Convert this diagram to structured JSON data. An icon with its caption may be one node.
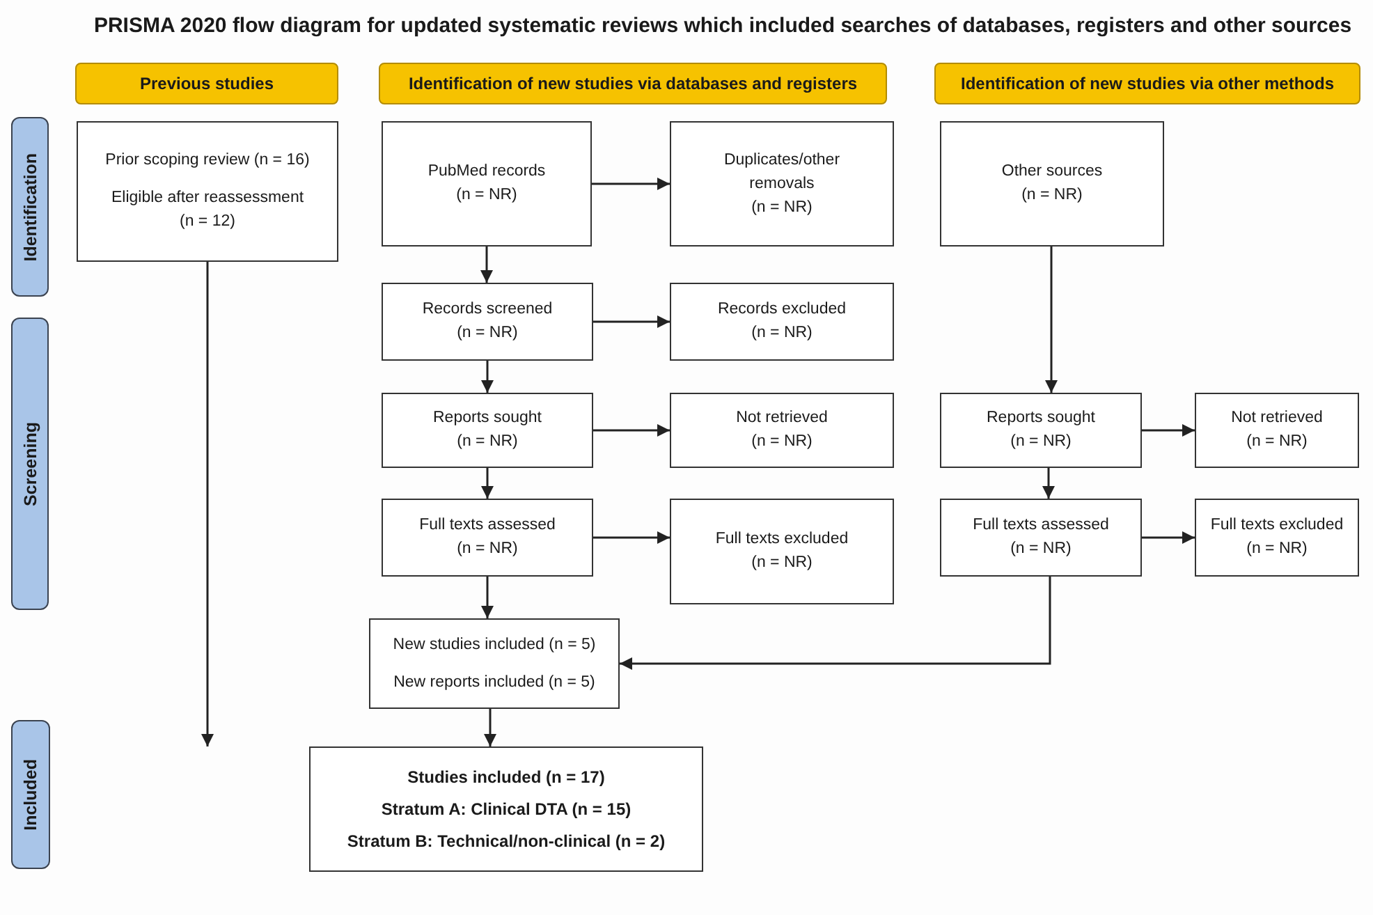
{
  "diagram": {
    "title": "PRISMA 2020 flow diagram for updated systematic reviews which included searches of databases, registers and other sources",
    "nodes": [
      {
        "text": [
          "Previous studies"
        ]
      },
      {
        "text": [
          "Identification of new studies via databases and registers"
        ]
      },
      {
        "text": [
          "Identification of new studies via other methods"
        ]
      },
      {
        "text": [
          "Identification"
        ]
      },
      {
        "text": [
          "Prior scoping review (n = 16)",
          "Eligible after reassessment (n = 12)"
        ]
      },
      {
        "text": [
          "PubMed records (n = NR)"
        ]
      },
      {
        "text": [
          "Duplicates/other removals (n = NR)"
        ]
      },
      {
        "text": [
          "Other sources (n = NR)"
        ]
      },
      {
        "text": [
          "Records screened (n = NR)"
        ]
      },
      {
        "text": [
          "Records excluded (n = NR)"
        ]
      },
      {
        "text": [
          "Screening"
        ]
      },
      {
        "text": [
          "Reports sought (n = NR)"
        ]
      },
      {
        "text": [
          "Not retrieved (n = NR)"
        ]
      },
      {
        "text": [
          "Reports sought (n = NR)"
        ]
      },
      {
        "text": [
          "Not retrieved (n = NR)"
        ]
      },
      {
        "text": [
          "Full texts assessed (n = NR)"
        ]
      },
      {
        "text": [
          "Full texts excluded (n = NR)"
        ]
      },
      {
        "text": [
          "Full texts assessed (n = NR)"
        ]
      },
      {
        "text": [
          "Full texts excluded (n = NR)"
        ]
      },
      {
        "text": [
          "New studies included (n = 5)",
          "New reports included (n = 5)"
        ]
      },
      {
        "text": [
          "Included"
        ]
      },
      {
        "text": [
          "Studies included (n = 17)",
          "Stratum A: Clinical DTA (n = 15)",
          "Stratum B: Technical/non-clinical (n = 2)"
        ]
      }
    ],
    "edges": [
      {
        "from": 5,
        "to": 6,
        "arrow": "to"
      },
      {
        "from": 5,
        "to": 8,
        "arrow": "to"
      },
      {
        "from": 8,
        "to": 9,
        "arrow": "to"
      },
      {
        "from": 8,
        "to": 11,
        "arrow": "to"
      },
      {
        "from": 7,
        "to": 13,
        "arrow": "to"
      },
      {
        "from": 11,
        "to": 12,
        "arrow": "to"
      },
      {
        "from": 13,
        "to": 14,
        "arrow": "to"
      },
      {
        "from": 11,
        "to": 15,
        "arrow": "to"
      },
      {
        "from": 13,
        "to": 17,
        "arrow": "to"
      },
      {
        "from": 15,
        "to": 16,
        "arrow": "to"
      },
      {
        "from": 17,
        "to": 18,
        "arrow": "to"
      },
      {
        "from": 15,
        "to": 19,
        "arrow": "to"
      },
      {
        "from": 17,
        "to": 19,
        "arrow": "to"
      },
      {
        "from": 19,
        "to": 21,
        "arrow": "to"
      },
      {
        "from": 4,
        "to": 21,
        "arrow": "to"
      }
    ]
  }
}
